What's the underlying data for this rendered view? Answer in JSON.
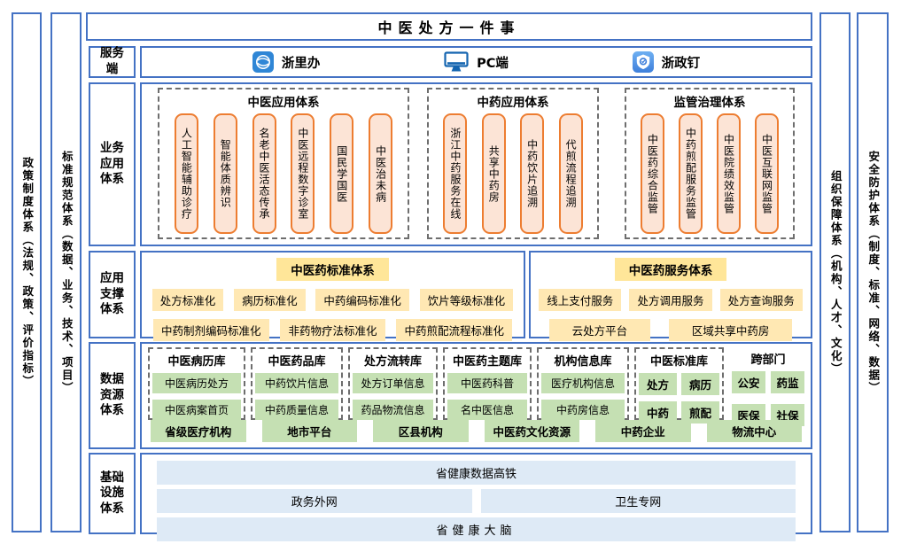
{
  "title": "中医处方一件事",
  "pillars": {
    "policy": "政策制度体系（法规、政策、评价指标）",
    "standard": "标准规范体系（数据、业务、技术、项目）",
    "organization": "组织保障体系（机构、人才、文化）",
    "security": "安全防护体系（制度、标准、网络、数据）"
  },
  "service": {
    "label": "服务端",
    "items": [
      {
        "label": "浙里办",
        "icon": "zheliban-app-icon"
      },
      {
        "label": "PC端",
        "icon": "pc-monitor-icon"
      },
      {
        "label": "浙政钉",
        "icon": "zhezhengding-app-icon"
      }
    ]
  },
  "business": {
    "label": "业务应用体系",
    "groups": [
      {
        "title": "中医应用体系",
        "items": [
          "人工智能辅助诊疗",
          "智能体质辨识",
          "名老中医活态传承",
          "中医远程数字诊室",
          "国民学国医",
          "中医治未病"
        ]
      },
      {
        "title": "中药应用体系",
        "items": [
          "浙江中药服务在线",
          "共享中药房",
          "中药饮片追溯",
          "代煎流程追溯"
        ]
      },
      {
        "title": "监管治理体系",
        "items": [
          "中医药综合监管",
          "中药煎配服务监管",
          "中医院绩效监管",
          "中医互联网监管"
        ]
      }
    ]
  },
  "support": {
    "label": "应用支撑体系",
    "groups": [
      {
        "title": "中医药标准体系",
        "row1": [
          "处方标准化",
          "病历标准化",
          "中药编码标准化",
          "饮片等级标准化"
        ],
        "row2": [
          "中药制剂编码标准化",
          "非药物疗法标准化",
          "中药煎配流程标准化"
        ]
      },
      {
        "title": "中医药服务体系",
        "row1": [
          "线上支付服务",
          "处方调用服务",
          "处方查询服务"
        ],
        "row2": [
          "云处方平台",
          "区域共享中药房"
        ]
      }
    ]
  },
  "data_resource": {
    "label": "数据资源体系",
    "groups": [
      {
        "title": "中医病历库",
        "items": [
          "中医病历处方",
          "中医病案首页"
        ]
      },
      {
        "title": "中医药品库",
        "items": [
          "中药饮片信息",
          "中药质量信息"
        ]
      },
      {
        "title": "处方流转库",
        "items": [
          "处方订单信息",
          "药品物流信息"
        ]
      },
      {
        "title": "中医药主题库",
        "items": [
          "中医药科普",
          "名中医信息"
        ]
      },
      {
        "title": "机构信息库",
        "items": [
          "医疗机构信息",
          "中药房信息"
        ]
      },
      {
        "title": "中医标准库",
        "items": [
          "处方",
          "病历",
          "中药",
          "煎配"
        ]
      },
      {
        "title": "跨部门",
        "items": [
          "公安",
          "药监",
          "医保",
          "社保"
        ]
      }
    ],
    "channels": [
      "省级医疗机构",
      "地市平台",
      "区县机构",
      "中医药文化资源",
      "中药企业",
      "物流中心"
    ]
  },
  "infrastructure": {
    "label": "基础设施体系",
    "boxes": [
      "省健康数据高铁",
      "政务外网",
      "卫生专网",
      "省健康大脑"
    ]
  },
  "colors": {
    "border_blue": "#4472C4",
    "orange_border": "#ED7D31",
    "orange_fill": "#FCE4D6",
    "yellow_header": "#FFE699",
    "yellow_item": "#FFE8B3",
    "green_fill": "#C5E0B3",
    "light_blue_fill": "#DEEAF6",
    "dashed_gray": "#6E6E6E",
    "icon_blue": "#2F86D6"
  }
}
